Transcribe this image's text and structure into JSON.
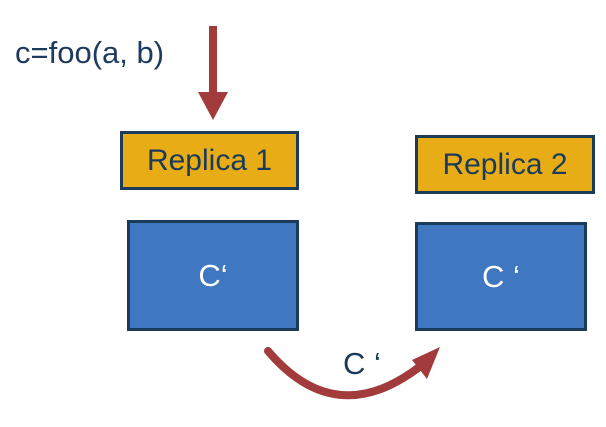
{
  "call": {
    "label": "c=foo(a, b)"
  },
  "replicas": [
    {
      "label": "Replica 1",
      "state": "C‘"
    },
    {
      "label": "Replica 2",
      "state": "C ‘"
    }
  ],
  "transfer": {
    "label": "C ‘"
  },
  "colors": {
    "arrow": "#a23b3b",
    "replica_label_fill": "#e8ad16",
    "state_box_fill": "#3f78c1",
    "border": "#1b3b5a",
    "call_text": "#1f3a5f"
  }
}
